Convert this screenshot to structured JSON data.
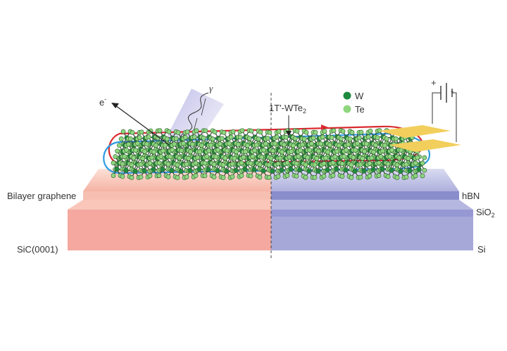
{
  "labels": {
    "electron": "e",
    "electron_sup": "-",
    "photon": "γ",
    "material_main": "1T′-WTe",
    "material_sub": "2",
    "legend_w": "W",
    "legend_te": "Te",
    "battery_plus": "+",
    "battery_minus": "-",
    "left_top": "Bilayer graphene",
    "left_bottom": "SiC(0001)",
    "right_top": "hBN",
    "right_mid_main": "SiO",
    "right_mid_sub": "2",
    "right_bottom": "Si"
  },
  "colors": {
    "tungsten": "#1e8a3e",
    "tellurium": "#8ed67f",
    "edge_red": "#d9292f",
    "edge_blue": "#2d9be0",
    "left_substrate": "#f3a69e",
    "right_substrate": "#9c9fd4",
    "contact": "#f2cf5c",
    "beam": "#c5c4e8"
  },
  "icons": {
    "electron_arrow": "arrow-up-left",
    "battery": "battery-symbol"
  }
}
